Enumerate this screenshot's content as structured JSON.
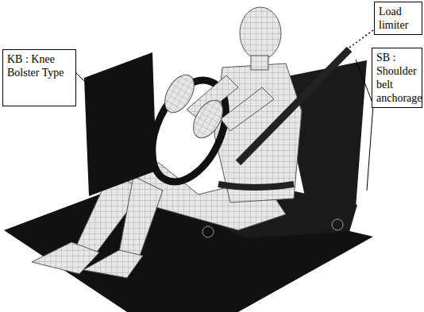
{
  "diagram": {
    "nodes": [
      {
        "text": [
          "Load limiter"
        ]
      },
      {
        "text": [
          "KB : Knee Bolster Type"
        ]
      },
      {
        "text": [
          "SB : Shoulder belt anchorage"
        ]
      }
    ]
  }
}
